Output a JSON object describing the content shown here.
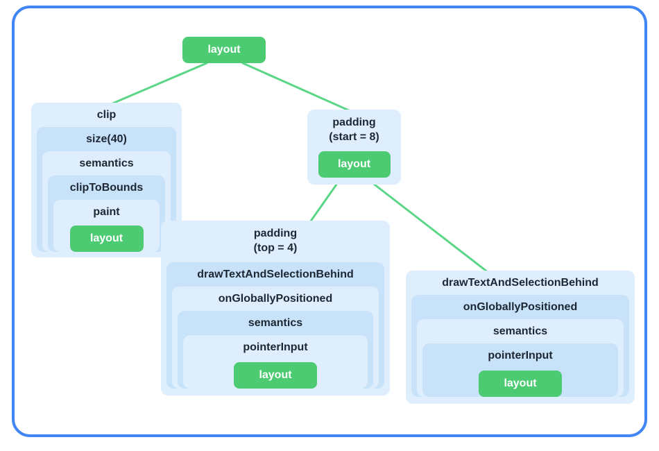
{
  "nodes": {
    "root_layout": "layout",
    "clip": {
      "title": "clip",
      "size": "size(40)",
      "semantics": "semantics",
      "clip_to_bounds": "clipToBounds",
      "paint": "paint",
      "layout": "layout"
    },
    "padding_start": {
      "title": "padding",
      "subtitle": "(start = 8)",
      "layout": "layout"
    },
    "text_left": {
      "title": "padding",
      "subtitle": "(top = 4)",
      "draw": "drawTextAndSelectionBehind",
      "on_globally_positioned": "onGloballyPositioned",
      "semantics": "semantics",
      "pointer_input": "pointerInput",
      "layout": "layout"
    },
    "text_right": {
      "draw": "drawTextAndSelectionBehind",
      "on_globally_positioned": "onGloballyPositioned",
      "semantics": "semantics",
      "pointer_input": "pointerInput",
      "layout": "layout"
    }
  },
  "colors": {
    "frame_blue": "#4285F4",
    "box_blue_light": "#DEEEFC",
    "box_blue_dark": "#C7E2F9",
    "node_green": "#4CCB73",
    "line_green": "#5BD687",
    "text_dark": "#1c2733",
    "node_text_white": "#ffffff"
  }
}
